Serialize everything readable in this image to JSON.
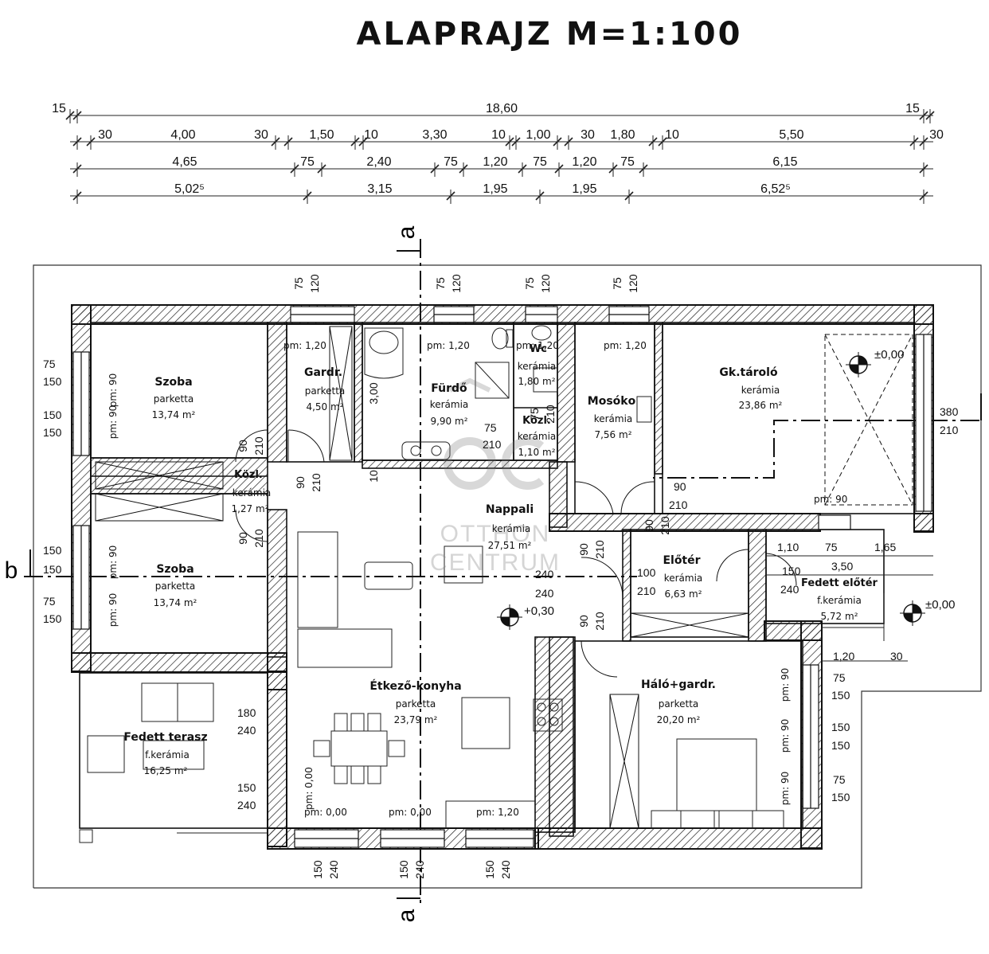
{
  "title": "ALAPRAJZ  M=1:100",
  "watermark": [
    "OTTHON",
    "CENTRUM"
  ],
  "dim_rows": [
    [
      "15",
      "18,60",
      "15"
    ],
    [
      "30",
      "4,00",
      "30",
      "1,50",
      "10",
      "3,30",
      "10",
      "1,00",
      "30",
      "1,80",
      "10",
      "5,50",
      "30"
    ],
    [
      "4,65",
      "75",
      "2,40",
      "75",
      "1,20",
      "75",
      "1,20",
      "75",
      "6,15"
    ],
    [
      "5,02⁵",
      "3,15",
      "1,95",
      "1,95",
      "6,52⁵"
    ]
  ],
  "section_marks": {
    "a": "a",
    "b": "b"
  },
  "rooms": [
    {
      "name": "Szoba",
      "floor": "parketta",
      "area": "13,74 m²"
    },
    {
      "name": "Gardr.",
      "floor": "parketta",
      "area": "4,50 m²"
    },
    {
      "name": "Fürdő",
      "floor": "kerámia",
      "area": "9,90 m²"
    },
    {
      "name": "Wc",
      "floor": "kerámia",
      "area": "1,80 m²"
    },
    {
      "name": "Közl.",
      "floor": "kerámia",
      "area": "1,10 m²"
    },
    {
      "name": "Mosókо",
      "floor": "kerámia",
      "area": "7,56 m²"
    },
    {
      "name": "Gk.tároló",
      "floor": "kerámia",
      "area": "23,86 m²"
    },
    {
      "name": "Közl.",
      "floor": "kerámia",
      "area": "1,27 m²"
    },
    {
      "name": "Nappali",
      "floor": "kerámia",
      "area": "27,51 m²"
    },
    {
      "name": "Szoba",
      "floor": "parketta",
      "area": "13,74 m²"
    },
    {
      "name": "Előtér",
      "floor": "kerámia",
      "area": "6,63 m²"
    },
    {
      "name": "Fedett előtér",
      "floor": "f.kerámia",
      "area": "5,72 m²"
    },
    {
      "name": "Étkező-konyha",
      "floor": "parketta",
      "area": "23,79 m²"
    },
    {
      "name": "Háló+gardr.",
      "floor": "parketta",
      "area": "20,20 m²"
    },
    {
      "name": "Fedett terasz",
      "floor": "f.kerámia",
      "area": "16,25 m²"
    }
  ],
  "pm_labels": [
    "pm: 1,20",
    "pm: 1,20",
    "pm: 1,20",
    "pm: 1,20",
    "pm: 90",
    "pm: 90",
    "pm: 90",
    "pm: 90",
    "pm: 90",
    "pm: 0,00",
    "pm: 0,00",
    "pm: 1,20",
    "pm: 0,00",
    "pm: 90",
    "pm: 90",
    "pm: 90"
  ],
  "levels": [
    "±0,00",
    "±0,00",
    "+0,30"
  ],
  "opening_dims": {
    "top": [
      [
        "75",
        "120"
      ],
      [
        "75",
        "120"
      ],
      [
        "75",
        "120"
      ],
      [
        "75",
        "120"
      ]
    ],
    "left": [
      [
        "75",
        "150"
      ],
      [
        "150",
        "150"
      ],
      [
        "150",
        "150"
      ],
      [
        "75",
        "150"
      ]
    ],
    "right_garage": [
      "380",
      "210"
    ],
    "right_bed": [
      [
        "75",
        "150"
      ],
      [
        "150",
        "150"
      ],
      [
        "75",
        "150"
      ]
    ],
    "bottom": [
      [
        "150",
        "240"
      ],
      [
        "150",
        "240"
      ],
      [
        "150",
        "240"
      ]
    ],
    "terrace": [
      [
        "180",
        "240"
      ],
      [
        "150",
        "240"
      ]
    ],
    "doors": [
      [
        "90",
        "210"
      ],
      [
        "90",
        "210"
      ],
      [
        "90",
        "210"
      ],
      [
        "90",
        "210"
      ],
      [
        "90",
        "210"
      ],
      [
        "90",
        "210"
      ],
      [
        "90",
        "210"
      ],
      [
        "75",
        "210"
      ],
      [
        "240",
        "240"
      ],
      [
        "100",
        "210"
      ],
      [
        "150",
        "240"
      ],
      [
        "75",
        "210"
      ]
    ],
    "misc": [
      "3,00",
      "10",
      "1,10",
      "75",
      "1,65",
      "3,50",
      "1,20",
      "30"
    ]
  }
}
